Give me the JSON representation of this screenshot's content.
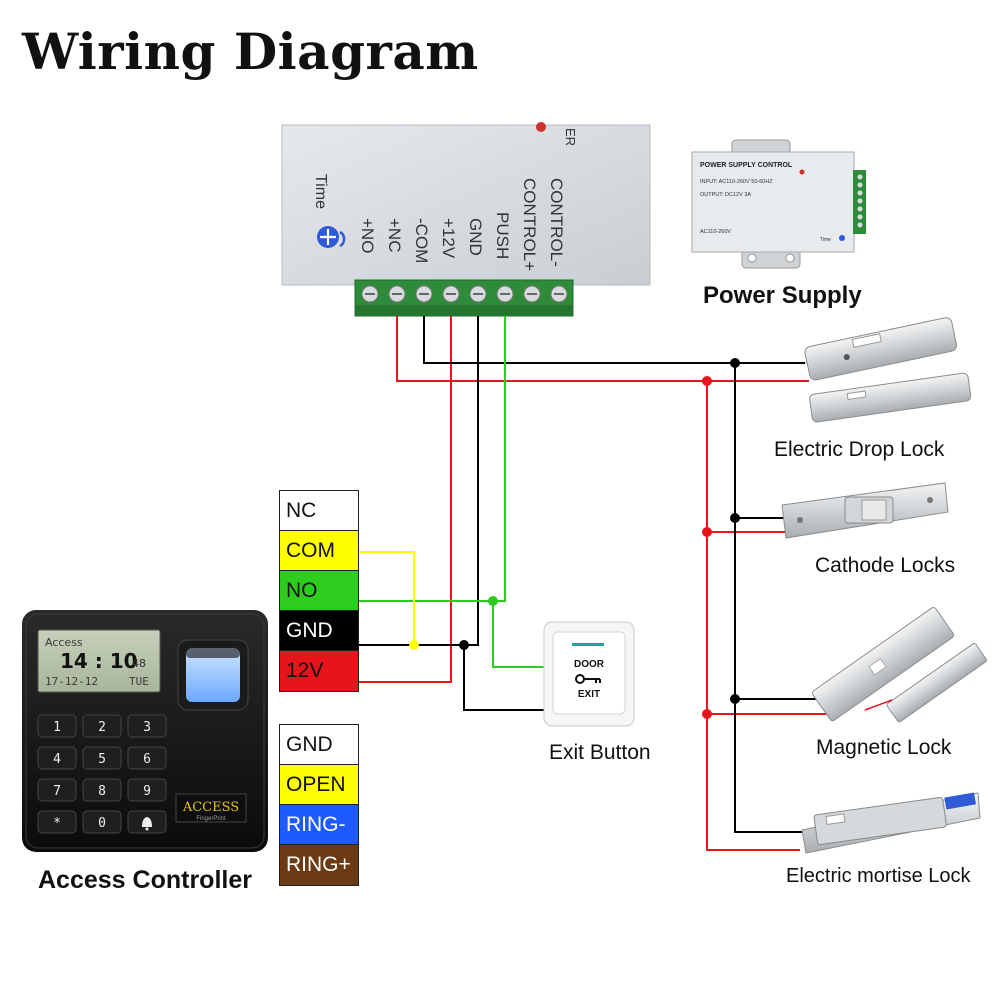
{
  "title": "Wiring Diagram",
  "power_supply": {
    "caption": "Power Supply",
    "terminals": [
      "+NO",
      "+NC",
      "-COM",
      "+12V",
      "GND",
      "PUSH",
      "CONTROL+",
      "CONTROL-"
    ],
    "time_label": "Time",
    "thumbnail": {
      "header": "POWER SUPPLY CONTROL",
      "input": "INPUT: AC110-260V 50-60HZ",
      "output": "OUTPUT: DC12V 3A",
      "model": "AC110-260V",
      "time_label": "Time"
    }
  },
  "locks": [
    {
      "caption": "Electric Drop Lock"
    },
    {
      "caption": "Cathode Locks"
    },
    {
      "caption": "Magnetic Lock"
    },
    {
      "caption": "Electric mortise Lock"
    }
  ],
  "exit_button": {
    "caption": "Exit Button",
    "door_text": "DOOR",
    "exit_text": "EXIT"
  },
  "access_controller": {
    "caption": "Access Controller",
    "lcd": {
      "top": "Access",
      "time": "14 : 10",
      "seconds": "48",
      "date": "17-12-12",
      "day": "TUE"
    },
    "brand": "ACCESS",
    "brand_sub": "FingerPrint",
    "keys": [
      "1",
      "2",
      "3",
      "4",
      "5",
      "6",
      "7",
      "8",
      "9",
      "*",
      "0",
      "bell"
    ]
  },
  "terminal_block_1": [
    {
      "label": "NC",
      "bg": "#ffffff",
      "fg": "#111111"
    },
    {
      "label": "COM",
      "bg": "#ffff00",
      "fg": "#111111"
    },
    {
      "label": "NO",
      "bg": "#2ecc1f",
      "fg": "#111111"
    },
    {
      "label": "GND",
      "bg": "#000000",
      "fg": "#ffffff"
    },
    {
      "label": "12V",
      "bg": "#e8141b",
      "fg": "#111111"
    }
  ],
  "terminal_block_2": [
    {
      "label": "GND",
      "bg": "#ffffff",
      "fg": "#111111"
    },
    {
      "label": "OPEN",
      "bg": "#ffff00",
      "fg": "#111111"
    },
    {
      "label": "RING-",
      "bg": "#1e5bff",
      "fg": "#ffffff"
    },
    {
      "label": "RING+",
      "bg": "#6b3a12",
      "fg": "#ffffff"
    }
  ],
  "wire_colors": {
    "red": "#e8141b",
    "black": "#000000",
    "green": "#2ecc1f",
    "yellow": "#ffff00"
  }
}
